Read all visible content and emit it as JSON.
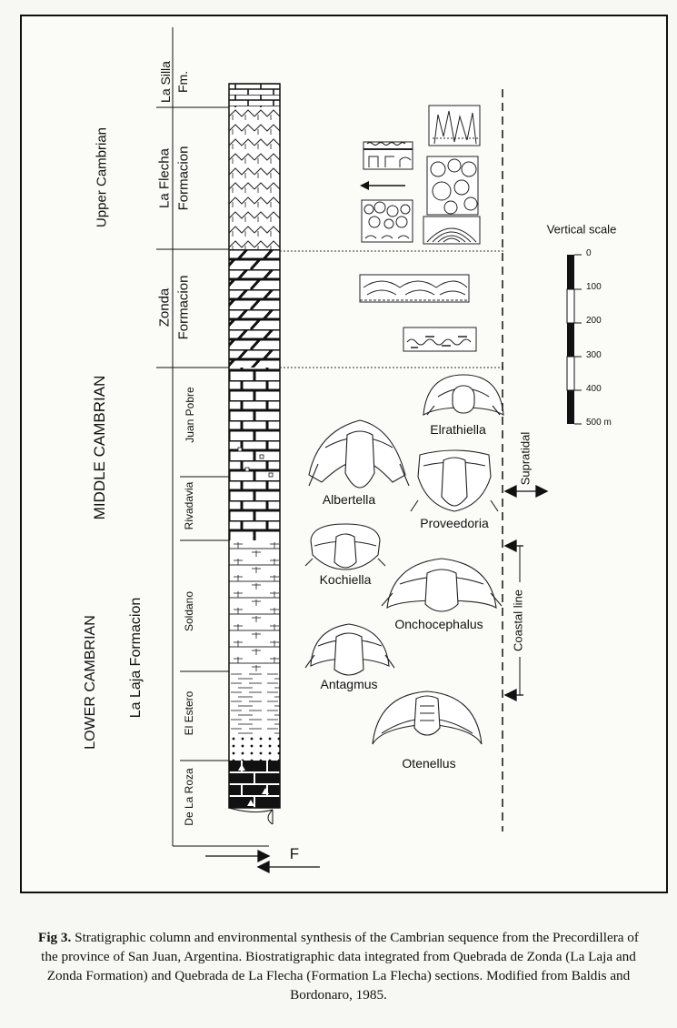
{
  "stratigraphy": {
    "periods": {
      "upper": "Upper Cambrian",
      "middle": "MIDDLE CAMBRIAN",
      "lower": "LOWER CAMBRIAN"
    },
    "formations": {
      "la_silla_1": "La Silla",
      "la_silla_2": "Fm.",
      "la_flecha_1": "La Flecha",
      "la_flecha_2": "Formacion",
      "zonda_1": "Zonda",
      "zonda_2": "Formacion",
      "la_laja": "La Laja Formacion"
    },
    "members": {
      "juan_pobre": "Juan Pobre",
      "rivadavia": "Rivadavia",
      "soldano": "Soldano",
      "el_estero": "El Estero",
      "de_la_roza": "De La Roza"
    }
  },
  "fossils": {
    "elrathiella": "Elrathiella",
    "albertella": "Albertella",
    "proveedoria": "Proveedoria",
    "kochiella": "Kochiella",
    "onchocephalus": "Onchocephalus",
    "antagmus": "Antagmus",
    "otenellus": "Otenellus"
  },
  "environment": {
    "supratidal": "Supratidal",
    "coastal_line": "Coastal line",
    "fault_label": "F"
  },
  "scale": {
    "title": "Vertical scale",
    "ticks": [
      "0",
      "100",
      "200",
      "300",
      "400",
      "500 m"
    ],
    "fractions": [
      0,
      0.2,
      0.4,
      0.6,
      0.8,
      1.0
    ]
  },
  "caption": {
    "label": "Fig 3.",
    "text": " Stratigraphic column and environmental synthesis of the Cambrian sequence from the Precordillera of the province of San Juan, Argentina. Biostratigraphic data integrated from Quebrada de Zonda (La Laja and Zonda Formation) and Quebrada de La Flecha (Formation La Flecha) sections. Modified from Baldis and Bordonaro, 1985."
  }
}
